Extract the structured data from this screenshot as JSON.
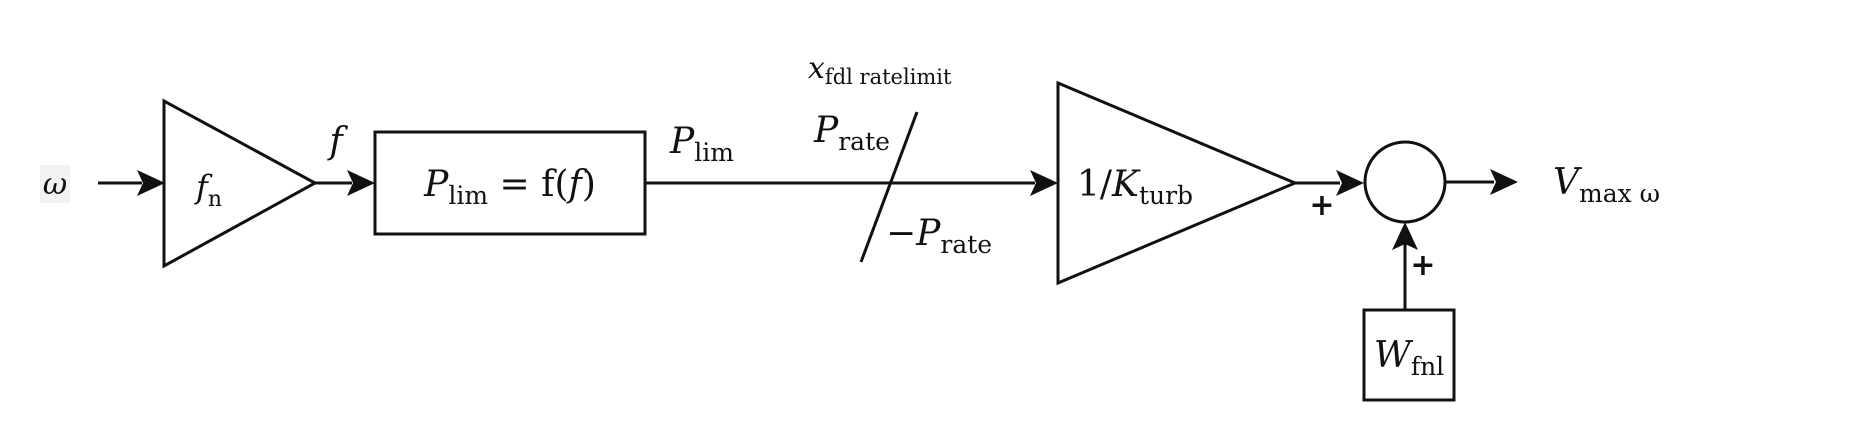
{
  "colors": {
    "line": "#111111",
    "annotation": "#199d7e",
    "input_bg": "#f2f2f2"
  },
  "signals": {
    "input_var": "ω",
    "f_label": "f",
    "p_lim_main": "P",
    "p_lim_sub": "lim",
    "p_rate_main": "P",
    "p_rate_sub": "rate",
    "neg_p_rate_main": "−P",
    "neg_p_rate_sub": "rate",
    "output_main": "V",
    "output_sub": "max ω"
  },
  "blocks": {
    "fn_gain": {
      "main": "f",
      "sub": "n"
    },
    "plim_function": {
      "lhs_main": "P",
      "lhs_sub": "lim",
      "rhs": " = f(",
      "rhs_var": "f",
      "rhs_close": ")"
    },
    "kturb_gain": {
      "prefix": "1/",
      "main": "K",
      "sub": "turb"
    },
    "wfnl_block": {
      "main": "W",
      "sub": "fnl"
    }
  },
  "rate_limiter": {
    "state_main": "x",
    "state_sub": "fdl ratelimit"
  },
  "summing_junction": {
    "sign_left": "+",
    "sign_bottom": "+"
  }
}
